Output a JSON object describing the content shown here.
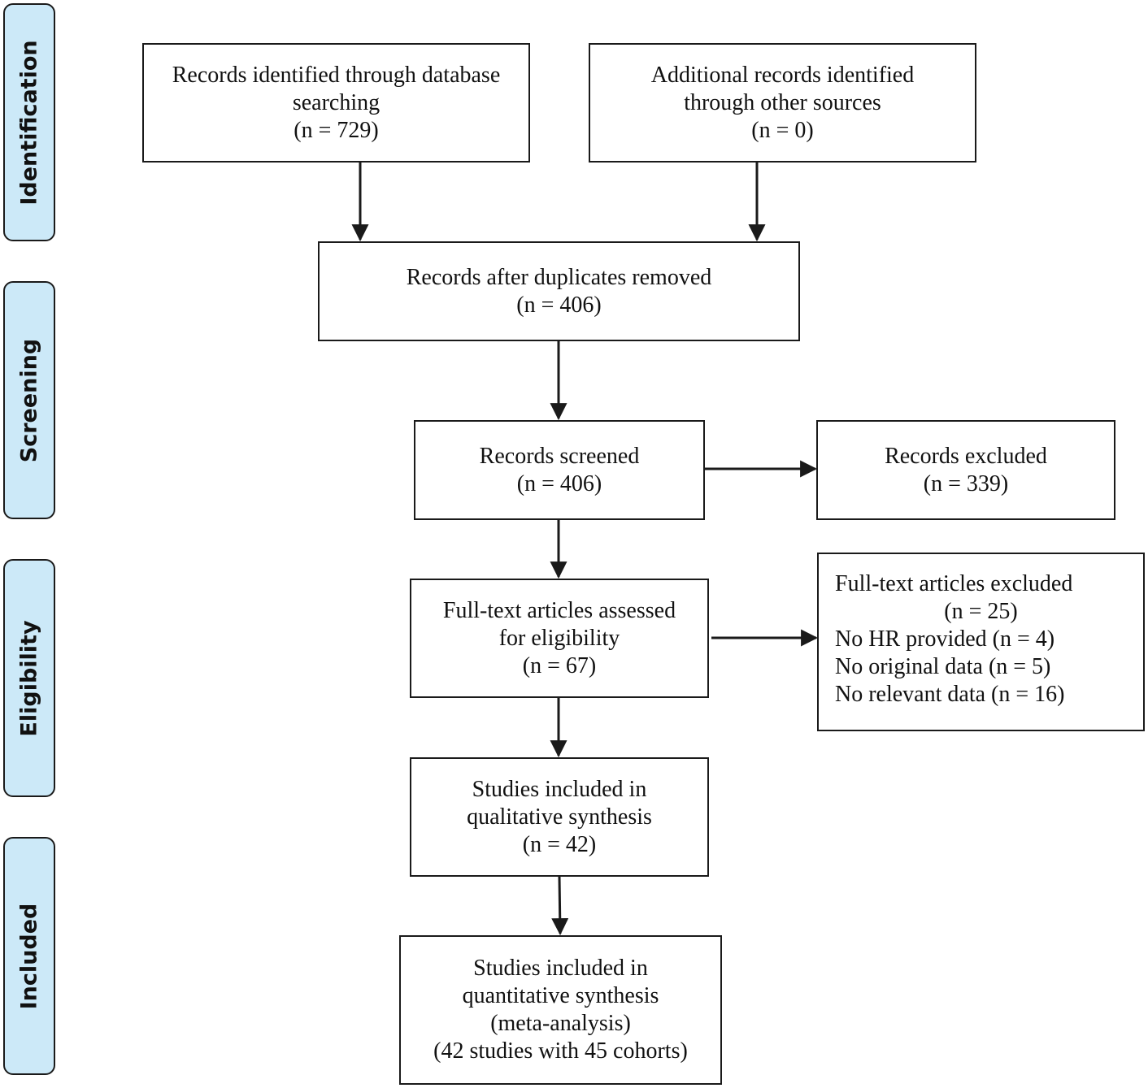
{
  "stages": {
    "identification": "Identification",
    "screening": "Screening",
    "eligibility": "Eligibility",
    "included": "Included"
  },
  "boxes": {
    "database": [
      "Records identified through database",
      "searching",
      "(n = 729)"
    ],
    "other_sources": [
      "Additional records identified",
      "through other sources",
      "(n = 0)"
    ],
    "duplicates_removed": [
      "Records after duplicates removed",
      "(n = 406)"
    ],
    "screened": [
      "Records screened",
      "(n = 406)"
    ],
    "excluded": [
      "Records excluded",
      "(n = 339)"
    ],
    "full_text_assessed": [
      "Full-text articles assessed",
      "for eligibility",
      "(n = 67)"
    ],
    "full_text_excluded": {
      "title": "Full-text articles excluded",
      "count": "(n = 25)",
      "reasons": [
        "No HR provided (n = 4)",
        "No original data (n = 5)",
        "No relevant data (n = 16)"
      ]
    },
    "qualitative": [
      "Studies included in",
      "qualitative synthesis",
      "(n = 42)"
    ],
    "quantitative": [
      "Studies included in",
      "quantitative synthesis",
      "(meta-analysis)",
      "(42 studies with 45 cohorts)"
    ]
  },
  "colors": {
    "stage_fill": "#cce9f8",
    "line": "#1a1a1a"
  }
}
